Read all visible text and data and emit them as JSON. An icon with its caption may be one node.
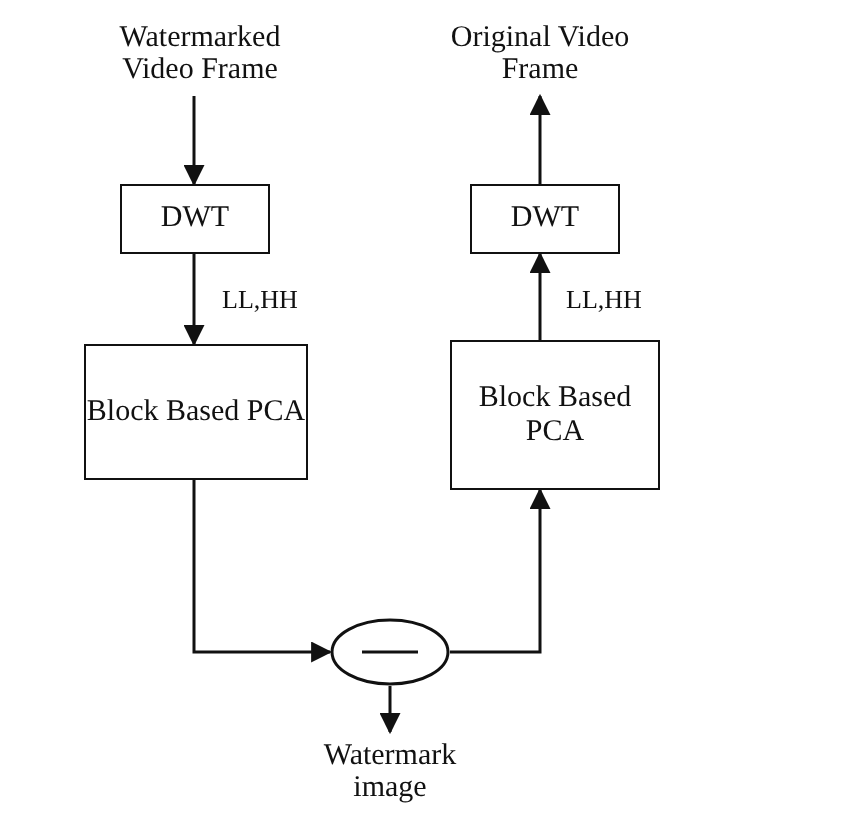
{
  "diagram": {
    "nodes": [
      {
        "text": [
          "Watermarked Video Frame"
        ]
      },
      {
        "text": [
          "DWT"
        ]
      },
      {
        "text": [
          "Block Based PCA"
        ]
      },
      {
        "text": [],
        "shape": "circle"
      },
      {
        "text": [
          "Watermark image"
        ]
      },
      {
        "text": [
          "Original Video Frame"
        ]
      },
      {
        "text": [
          "DWT"
        ]
      },
      {
        "text": [
          "Block Based PCA"
        ]
      }
    ],
    "edges": [
      {
        "from": 0,
        "to": 1,
        "arrow": "to"
      },
      {
        "from": 1,
        "to": 2,
        "arrow": "to",
        "label": "LL,HH"
      },
      {
        "from": 2,
        "to": 3,
        "arrow": "to"
      },
      {
        "from": 3,
        "to": 4,
        "arrow": "to"
      },
      {
        "from": 3,
        "to": 7,
        "arrow": "to"
      },
      {
        "from": 7,
        "to": 6,
        "arrow": "to",
        "label": "LL,HH"
      },
      {
        "from": 6,
        "to": 5,
        "arrow": "to"
      }
    ]
  }
}
